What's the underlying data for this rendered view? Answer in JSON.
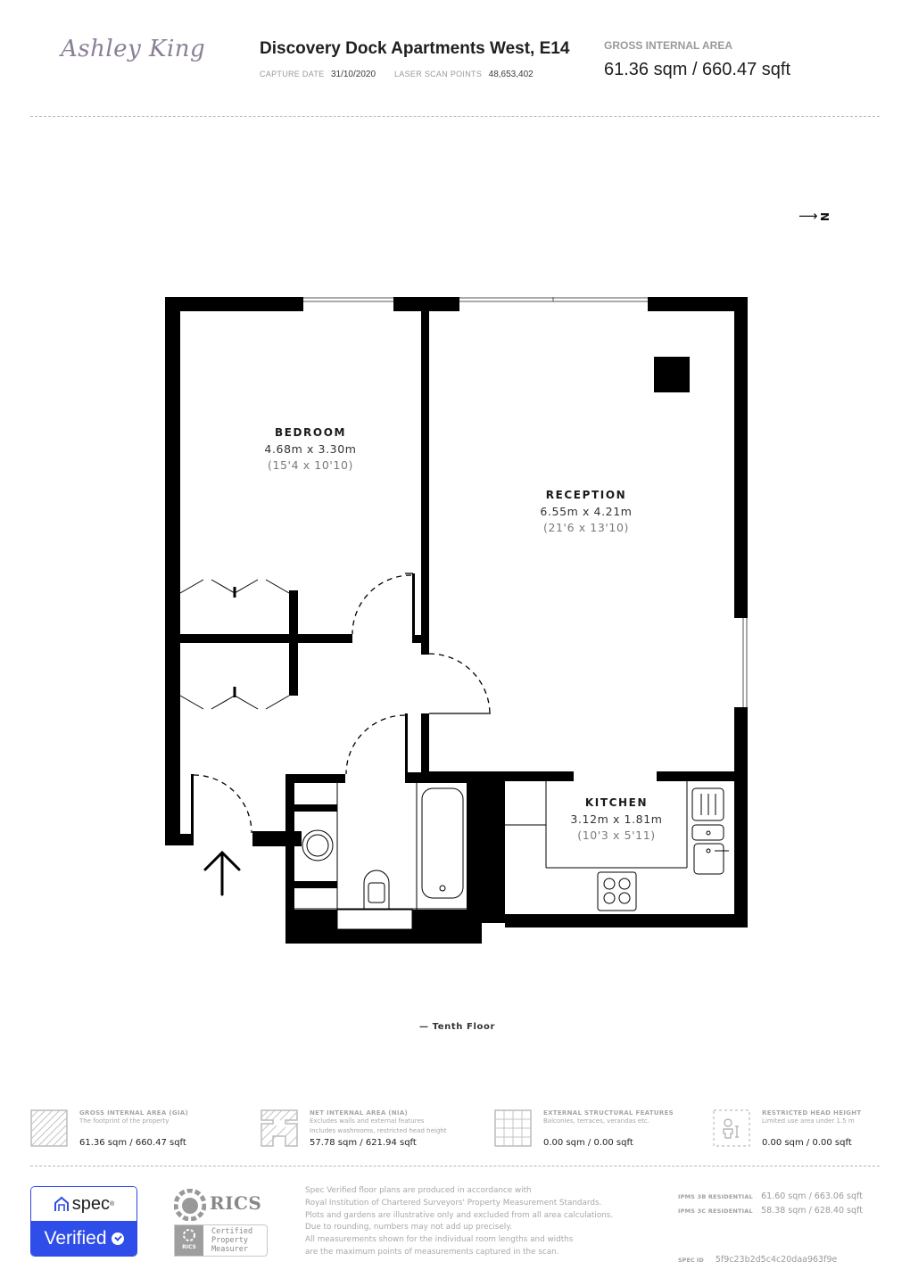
{
  "header": {
    "logo": "Ashley King",
    "property_title": "Discovery Dock Apartments West, E14",
    "capture_date_label": "CAPTURE DATE",
    "capture_date": "31/10/2020",
    "laser_scan_points_label": "LASER SCAN POINTS",
    "laser_scan_points": "48,653,402",
    "gia_label": "GROSS INTERNAL AREA",
    "gia_value": "61.36 sqm / 660.47 sqft"
  },
  "compass": {
    "arrow": "⟶",
    "letter": "N"
  },
  "floor_plan": {
    "floor_label": "— Tenth Floor",
    "rooms": [
      {
        "name": "BEDROOM",
        "metric": "4.68m x 3.30m",
        "imperial": "(15'4 x 10'10)"
      },
      {
        "name": "RECEPTION",
        "metric": "6.55m x 4.21m",
        "imperial": "(21'6 x 13'10)"
      },
      {
        "name": "KITCHEN",
        "metric": "3.12m x 1.81m",
        "imperial": "(10'3 x 5'11)"
      }
    ],
    "entrance_icon": "entrance-arrow-icon"
  },
  "legend": [
    {
      "icon": "gia-hatch-icon",
      "title": "GROSS INTERNAL AREA (GIA)",
      "desc": [
        "The footprint of the property"
      ],
      "value": "61.36 sqm / 660.47 sqft"
    },
    {
      "icon": "nia-hatch-icon",
      "title": "NET INTERNAL AREA (NIA)",
      "desc": [
        "Excludes walls and external features",
        "Includes washrooms, restricted head height"
      ],
      "value": "57.78 sqm / 621.94 sqft"
    },
    {
      "icon": "grid-icon",
      "title": "EXTERNAL STRUCTURAL FEATURES",
      "desc": [
        "Balconies, terraces, verandas etc."
      ],
      "value": "0.00 sqm / 0.00 sqft"
    },
    {
      "icon": "person-height-icon",
      "title": "RESTRICTED HEAD HEIGHT",
      "desc": [
        "Limited use area under 1.5 m"
      ],
      "value": "0.00 sqm / 0.00 sqft"
    }
  ],
  "footer": {
    "spec_badge": {
      "brand": "spec",
      "status": "Verified"
    },
    "rics": {
      "word": "RICS",
      "small": "RICS",
      "cert_lines": [
        "Certified",
        "Property",
        "Measurer"
      ]
    },
    "disclaimer": [
      "Spec Verified floor plans are produced in accordance with",
      "Royal Institution of Chartered Surveyors' Property Measurement Standards.",
      "Plots and gardens are illustrative only and excluded from all area calculations.",
      "Due to rounding, numbers may not add up precisely.",
      "All measurements shown for the individual room lengths and widths",
      "are the maximum points of measurements captured in the scan."
    ],
    "ipms": [
      {
        "label": "IPMS 3B RESIDENTIAL",
        "value": "61.60 sqm / 663.06 sqft"
      },
      {
        "label": "IPMS 3C RESIDENTIAL",
        "value": "58.38 sqm / 628.40 sqft"
      }
    ],
    "spec_id_label": "SPEC ID",
    "spec_id": "5f9c23b2d5c4c20daa963f9e"
  }
}
